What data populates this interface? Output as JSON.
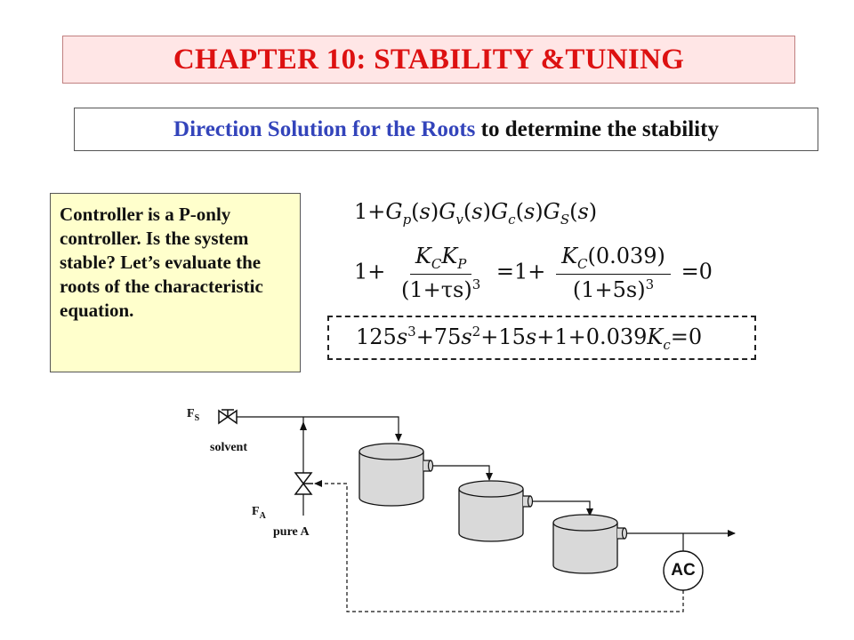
{
  "title": "CHAPTER 10: STABILITY &TUNING",
  "subtitle": {
    "blue_part": "Direction Solution for the Roots",
    "black_part": " to determine the stability"
  },
  "note": "Controller is a P-only controller.  Is the system stable?  Let’s evaluate the roots of the characteristic equation.",
  "equations": {
    "eq1": {
      "lead": "1+",
      "G": "G",
      "p": "p",
      "v": "v",
      "c": "c",
      "S": "S",
      "s": "s"
    },
    "eq2": {
      "one": "1+",
      "K": "K",
      "C": "C",
      "P": "P",
      "tau_den": "(1+τs)",
      "cube": "3",
      "eq_one": "=1+",
      "coef": "(0.039)",
      "den2": "(1+5s)",
      "zero": "=0"
    },
    "eq3": {
      "t1": "125",
      "s": "s",
      "p3": "3",
      "t2": "+75",
      "p2": "2",
      "t3": "+15",
      "t4": "+1+0.039",
      "K": "K",
      "c": "c",
      "zero": "=0"
    }
  },
  "diagram": {
    "fs_main": "F",
    "fs_sub": "S",
    "solvent": "solvent",
    "fa_main": "F",
    "fa_sub": "A",
    "pure_a": "pure A",
    "ac": "AC"
  },
  "colors": {
    "title_red": "#dd1111",
    "title_bg": "#ffe6e6",
    "subtitle_blue": "#3344bb",
    "note_bg": "#ffffcc",
    "tank_fill": "#d9d9d9"
  }
}
